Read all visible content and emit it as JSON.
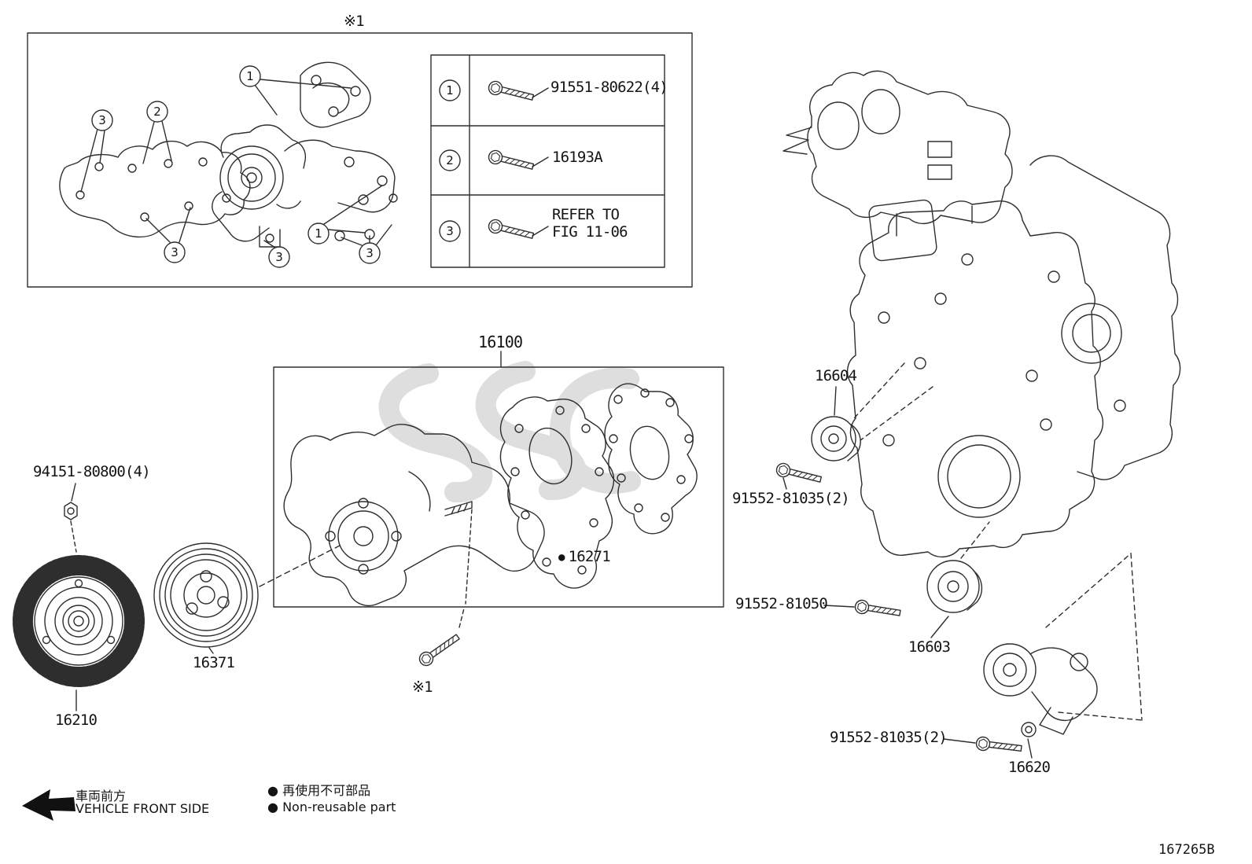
{
  "doc": {
    "figure_code": "167265B"
  },
  "notes": {
    "top": "※1",
    "bottom": "※1"
  },
  "callouts": {
    "n1": "1",
    "n2": "2",
    "n3": "3"
  },
  "legend": {
    "rows": [
      {
        "num": "1",
        "part": "91551-80622(4)"
      },
      {
        "num": "2",
        "part": "16193A"
      },
      {
        "num": "3",
        "part_line1": "REFER TO",
        "part_line2": "FIG 11-06"
      }
    ]
  },
  "parts": {
    "water_pump_assy": "16100",
    "gasket_marker": "●",
    "gasket": "16271",
    "coupling_fan": "16210",
    "pulley": "16371",
    "nut": "94151-80800(4)",
    "idler_upper": "16604",
    "idler_lower": "16603",
    "tensioner": "16620",
    "bolt_idler_upper": "91552-81035(2)",
    "bolt_idler_lower": "91552-81050",
    "bolt_tensioner": "91552-81035(2)"
  },
  "footer": {
    "marker": "●",
    "front_jp": "車両前方",
    "front_en": "VEHICLE FRONT SIDE",
    "nonreusable_jp": "再使用不可部品",
    "nonreusable_en": "Non-reusable part"
  }
}
